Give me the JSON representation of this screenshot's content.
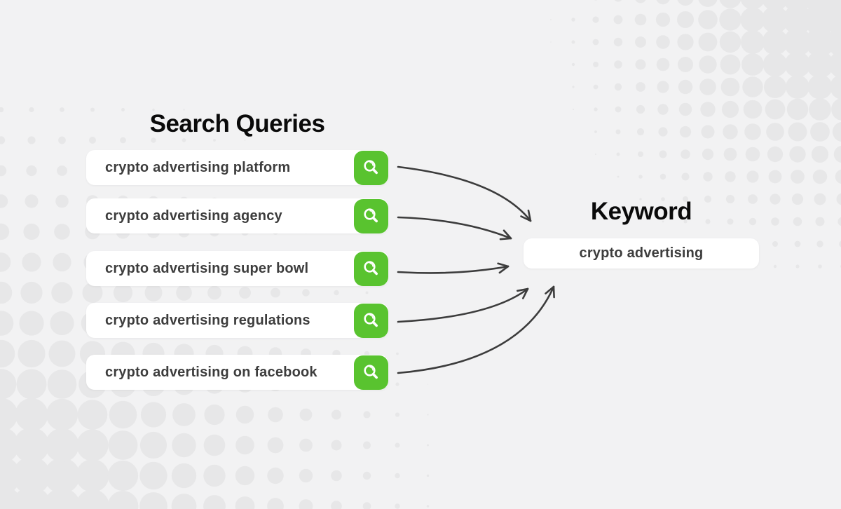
{
  "left": {
    "title": "Search Queries",
    "queries": [
      "crypto advertising platform",
      "crypto advertising agency",
      "crypto advertising super bowl",
      "crypto advertising regulations",
      "crypto advertising on facebook"
    ],
    "search_button_icon": "magnifier-icon"
  },
  "right": {
    "title": "Keyword",
    "keyword": "crypto advertising"
  },
  "colors": {
    "background": "#f2f2f3",
    "dots": "#e7e7e8",
    "accent_green": "#59c32f",
    "arrow": "#3c3c3c",
    "query_text": "#3d3d3d",
    "heading_text": "#0a0a0a"
  }
}
